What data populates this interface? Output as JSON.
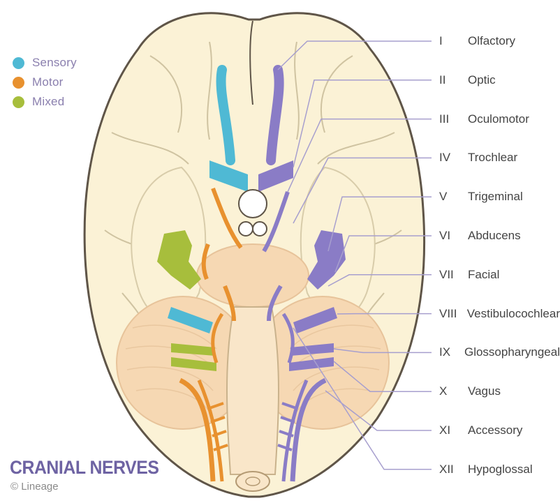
{
  "legend": [
    {
      "label": "Sensory",
      "color": "#4fb9d4"
    },
    {
      "label": "Motor",
      "color": "#e8912f"
    },
    {
      "label": "Mixed",
      "color": "#a7be3c"
    }
  ],
  "colors": {
    "sensory": "#4fb9d4",
    "motor": "#e8912f",
    "mixed": "#a7be3c",
    "purple": "#8a7cc6",
    "brain_fill": "#fbf2d6",
    "brain_outline": "#5f5548",
    "cerebellum": "#f6d8b3",
    "leader": "#a79fce"
  },
  "nerves": [
    {
      "numeral": "I",
      "name": "Olfactory"
    },
    {
      "numeral": "II",
      "name": "Optic"
    },
    {
      "numeral": "III",
      "name": "Oculomotor"
    },
    {
      "numeral": "IV",
      "name": "Trochlear"
    },
    {
      "numeral": "V",
      "name": "Trigeminal"
    },
    {
      "numeral": "VI",
      "name": "Abducens"
    },
    {
      "numeral": "VII",
      "name": "Facial"
    },
    {
      "numeral": "VIII",
      "name": "Vestibulocochlear"
    },
    {
      "numeral": "IX",
      "name": "Glossopharyngeal"
    },
    {
      "numeral": "X",
      "name": "Vagus"
    },
    {
      "numeral": "XI",
      "name": "Accessory"
    },
    {
      "numeral": "XII",
      "name": "Hypoglossal"
    }
  ],
  "title": "CRANIAL NERVES",
  "credit": "© Lineage"
}
